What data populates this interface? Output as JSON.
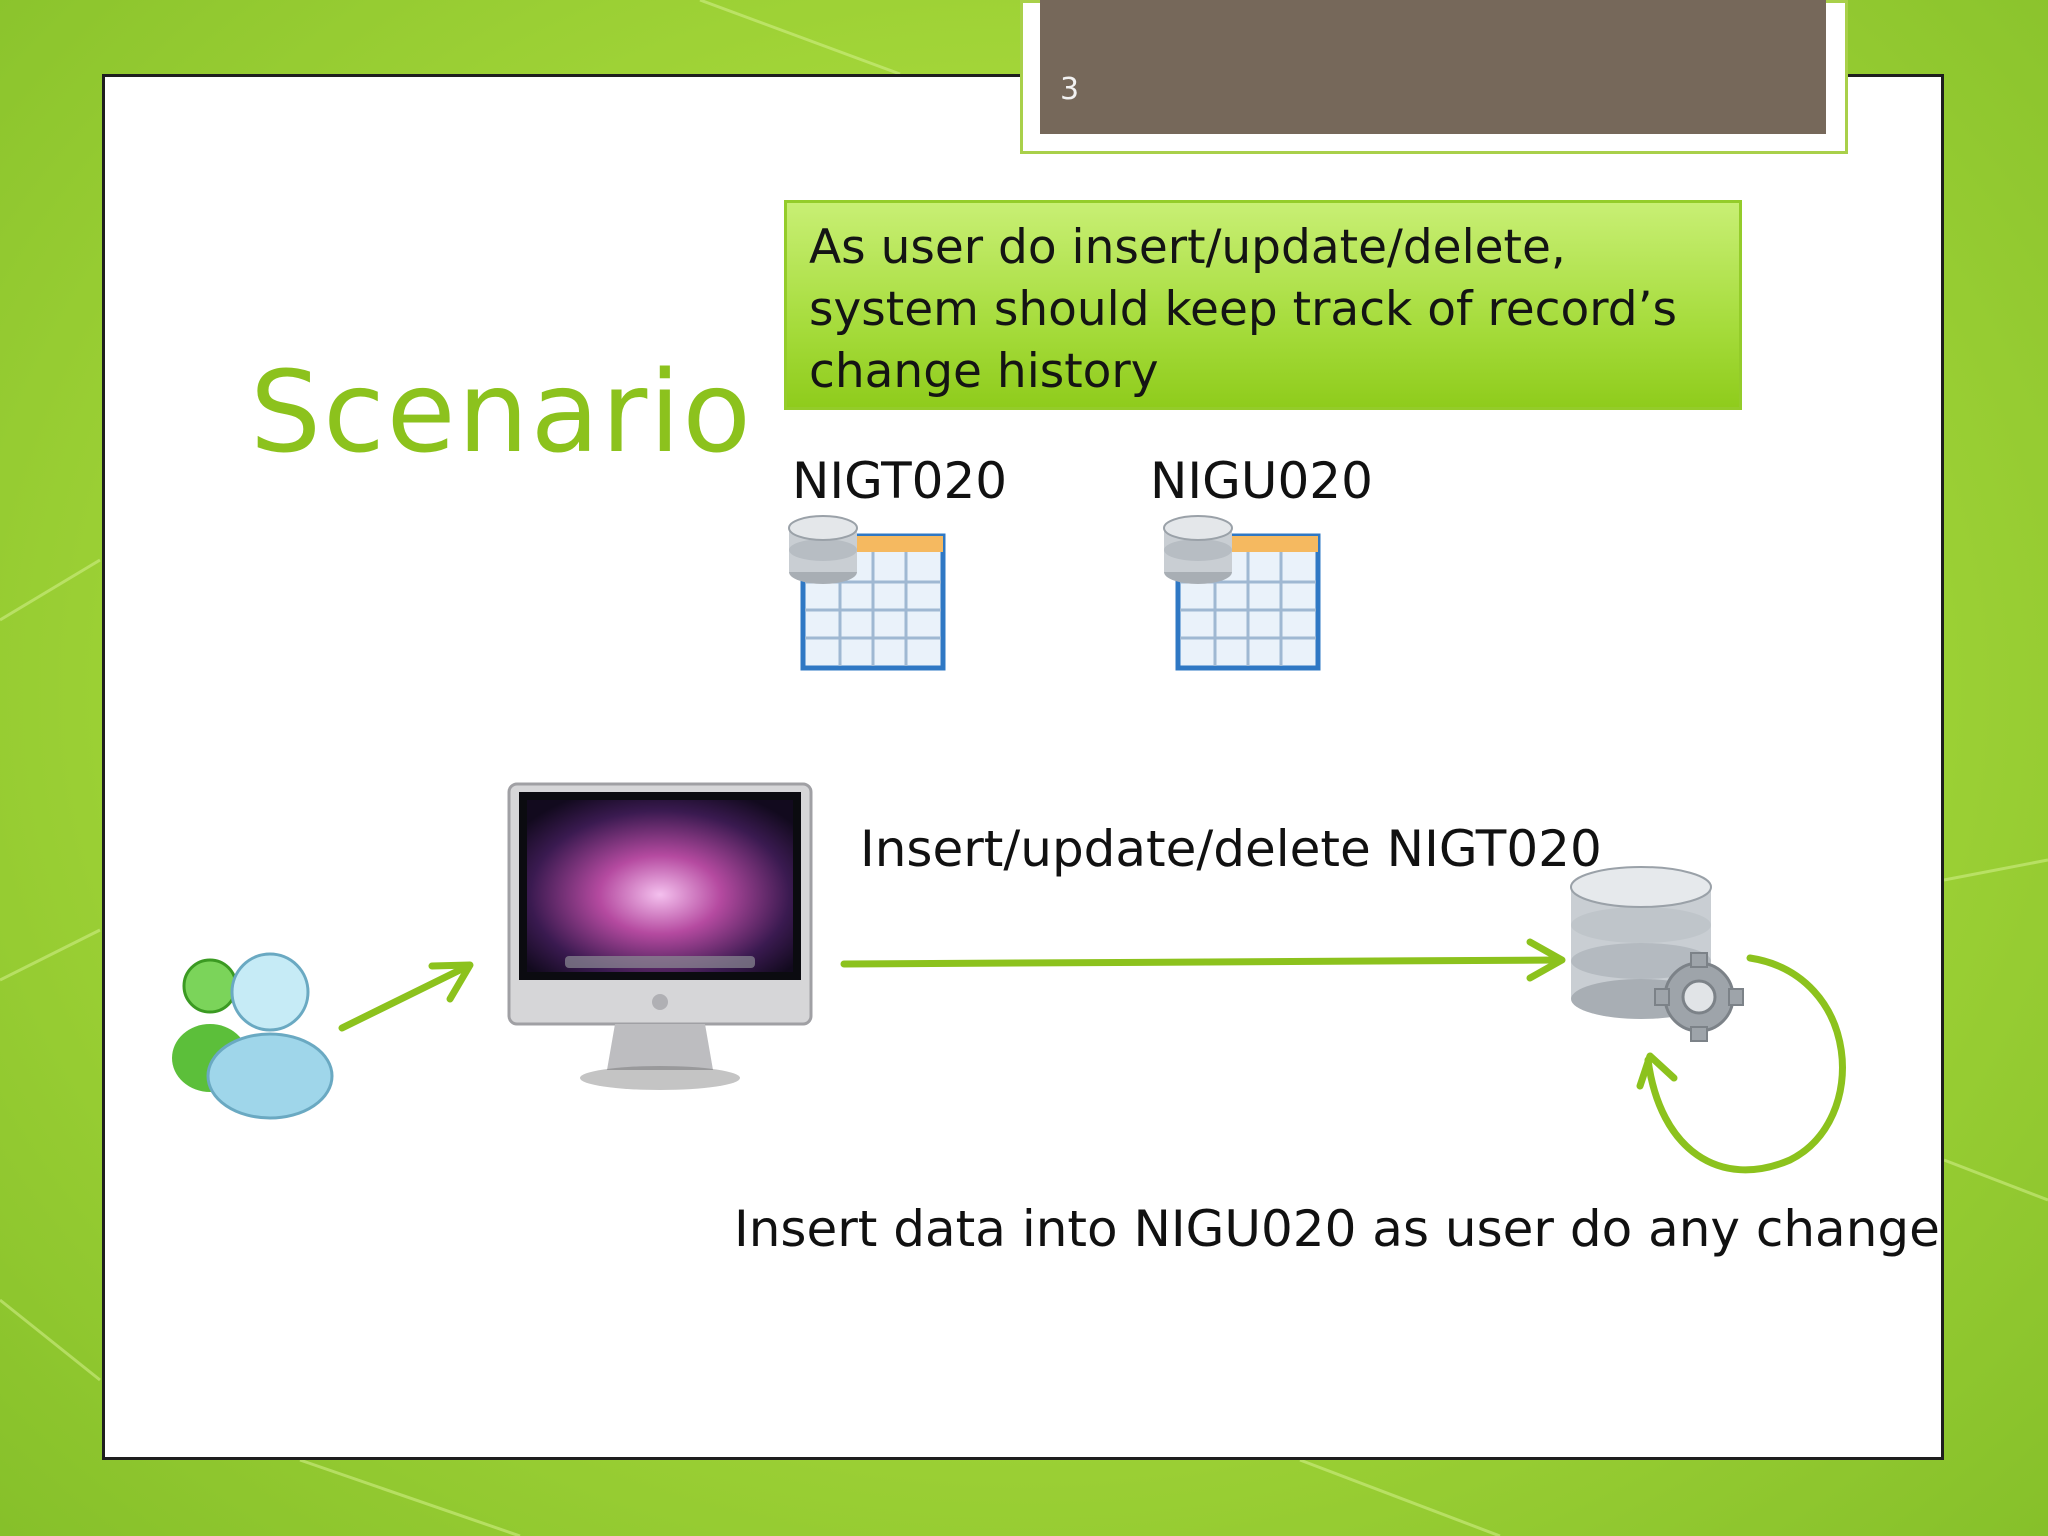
{
  "slide": {
    "number": "3",
    "title": "Scenario",
    "callout_text": "As user do insert/update/delete, system should keep track of record’s change history",
    "tables": [
      {
        "label": "NIGT020"
      },
      {
        "label": "NIGU020"
      }
    ],
    "arrow_label": "Insert/update/delete NIGT020",
    "loop_label": "Insert data into NIGU020 as user do any change"
  },
  "colors": {
    "accent_green": "#8cc21d",
    "tab_brown": "#76685a",
    "arrow_green": "#8cc21d"
  },
  "icons": [
    "users-icon",
    "computer-monitor-icon",
    "database-table-icon",
    "database-gear-icon"
  ]
}
